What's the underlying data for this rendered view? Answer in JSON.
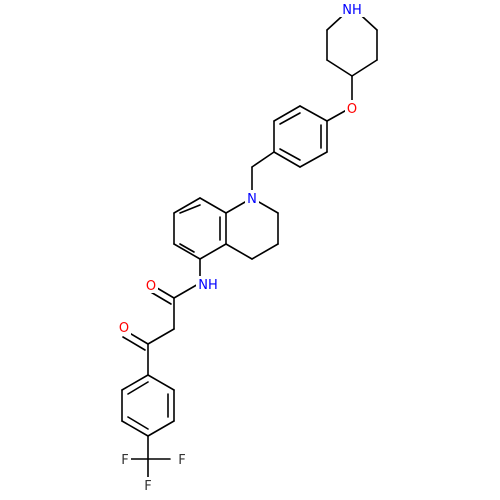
{
  "molecule": {
    "atom_labels": {
      "n_piperidine": "NH",
      "o_ether": "O",
      "n_ring": "N",
      "n_amide": "NH",
      "o_amide": "O",
      "o_ketone": "O",
      "f1": "F",
      "f2": "F",
      "f3": "F"
    },
    "colors": {
      "bond": "#000000",
      "nitrogen": "#0000ff",
      "oxygen": "#ff0000",
      "fluorine": "#333333"
    }
  }
}
